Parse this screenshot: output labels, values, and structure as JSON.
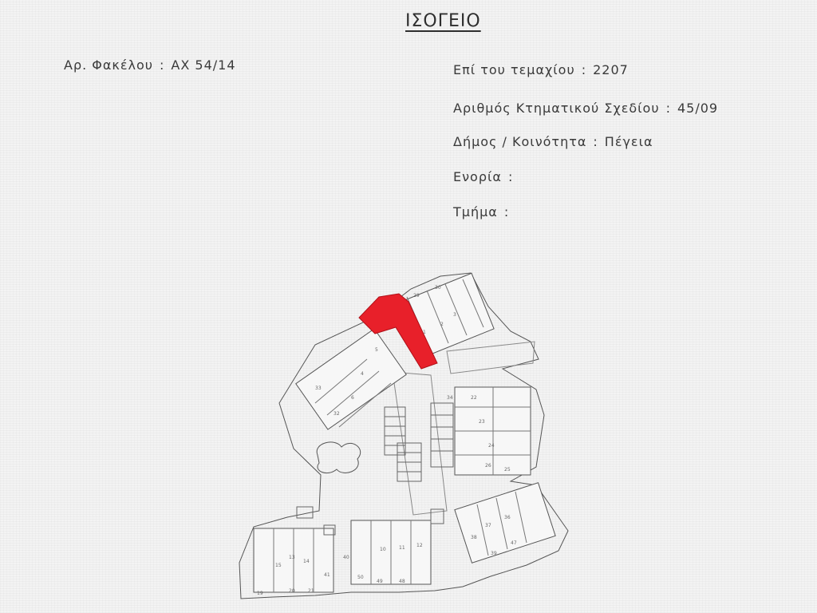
{
  "title": "ΙΣΟΓΕΙΟ",
  "file": {
    "label": "Αρ. Φακέλου",
    "value": "ΑΧ 54/14"
  },
  "plot": {
    "label": "Επί του τεμαχίου",
    "value": "2207"
  },
  "sheet": {
    "label": "Αριθμός Κτηματικού Σχεδίου",
    "value": "45/09"
  },
  "municipality": {
    "label": "Δήμος / Κοινότητα",
    "value": "Πέγεια"
  },
  "parish": {
    "label": "Ενορία",
    "value": ""
  },
  "section": {
    "label": "Τμήμα",
    "value": ""
  },
  "plan": {
    "highlight_color": "#e8202a",
    "unit_labels": [
      "29",
      "30",
      "3",
      "2",
      "1",
      "5",
      "4",
      "6",
      "32",
      "33",
      "34",
      "22",
      "23",
      "24",
      "25",
      "26",
      "36",
      "37",
      "38",
      "39",
      "47",
      "48",
      "49",
      "50",
      "10",
      "11",
      "12",
      "13",
      "14",
      "15",
      "19",
      "20",
      "21",
      "40",
      "41"
    ]
  }
}
